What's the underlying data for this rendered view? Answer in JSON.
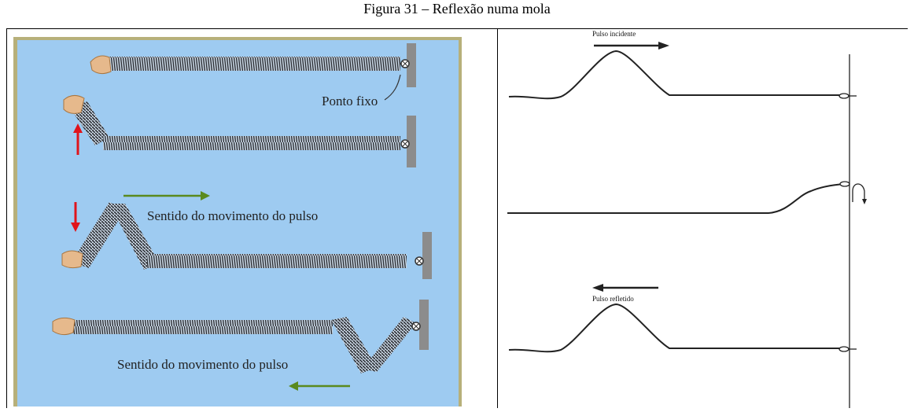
{
  "figure": {
    "caption": "Figura 31 – Reflexão numa mola"
  },
  "left_panel": {
    "labels": {
      "fixed_point": "Ponto fixo",
      "direction_forward": "Sentido do movimento do pulso",
      "direction_backward": "Sentido do movimento do pulso"
    },
    "colors": {
      "background": "#9ecbf1",
      "frame": "#b7b07a",
      "arrow_red": "#e0141b",
      "arrow_green": "#5a8a1e",
      "coil": "#2d3036",
      "hand": "#e6b98c",
      "wall": "#8c8c8c"
    }
  },
  "right_panel": {
    "labels": {
      "incident_pulse": "Pulso incidente",
      "reflected_pulse": "Pulso refletido"
    }
  }
}
